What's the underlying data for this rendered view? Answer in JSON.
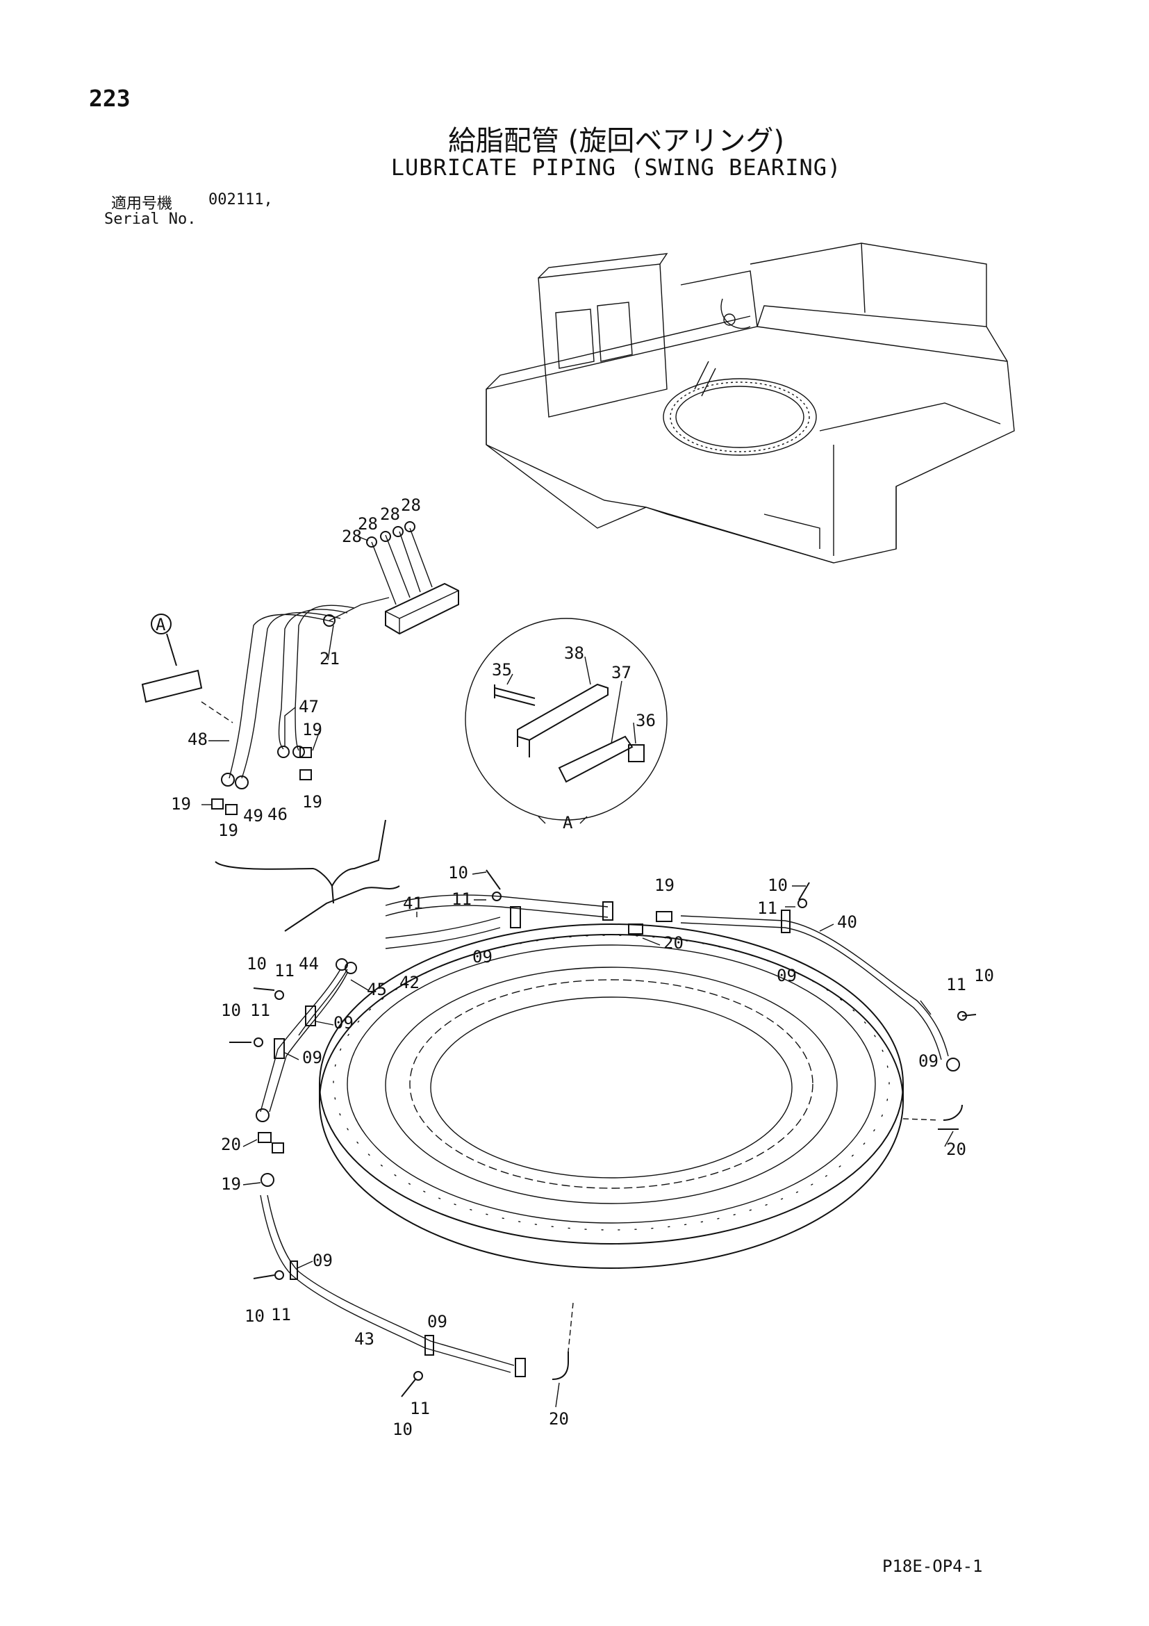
{
  "header": {
    "page_number": "223",
    "title_jp": "給脂配管 (旋回ベアリング)",
    "title_en": "LUBRICATE PIPING (SWING BEARING)",
    "serial_label_jp": "適用号機",
    "serial_value": "002111,",
    "serial_label_en": "Serial No."
  },
  "callouts": {
    "c28a": "28",
    "c28b": "28",
    "c28c": "28",
    "c28d": "28",
    "c21": "21",
    "cA": "A",
    "c47": "47",
    "c48": "48",
    "c19a": "19",
    "c19b": "19",
    "c19c": "19",
    "c19d": "19",
    "c49": "49",
    "c46": "46",
    "c35": "35",
    "c38": "38",
    "c37": "37",
    "c36": "36",
    "cA2": "A",
    "c10a": "10",
    "c11a": "11",
    "c19e": "19",
    "c10b": "10",
    "c11b": "11",
    "c40": "40",
    "c41": "41",
    "c20a": "20",
    "c09a": "09",
    "c42": "42",
    "c09b": "09",
    "c10c": "10",
    "c11c": "11",
    "c44": "44",
    "c45": "45",
    "c09c": "09",
    "c10d": "10",
    "c11d": "11",
    "c09d": "09",
    "c11e": "11",
    "c10e": "10",
    "c09e": "09",
    "c20b": "20",
    "c20c": "20",
    "c19f": "19",
    "c09f": "09",
    "c10f": "10",
    "c11f": "11",
    "c09g": "09",
    "c43": "43",
    "c11g": "11",
    "c10g": "10",
    "c20d": "20"
  },
  "footer": {
    "code": "P18E-OP4-1"
  }
}
